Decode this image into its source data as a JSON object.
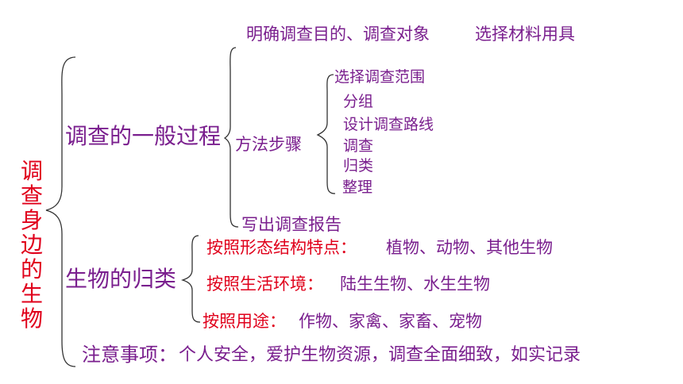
{
  "root": "调查身边的生物",
  "process": {
    "title": "调查的一般过程",
    "step1": "明确调查目的、调查对象",
    "step1b": "选择材料用具",
    "method": {
      "title": "方法步骤",
      "items": [
        "选择调查范围",
        "分组",
        "设计调查路线",
        "调查",
        "归类",
        "整理"
      ]
    },
    "report": "写出调查报告"
  },
  "classify": {
    "title": "生物的归类",
    "rows": [
      {
        "label": "按照形态结构特点：",
        "value": "植物、动物、其他生物"
      },
      {
        "label": "按照生活环境：",
        "value": "陆生生物、水生生物"
      },
      {
        "label": "按照用途：",
        "value": "作物、家禽、家畜、宠物"
      }
    ]
  },
  "note": {
    "label": "注意事项：",
    "value": "个人安全，爱护生物资源，调查全面细致，如实记录"
  },
  "colors": {
    "purple": "#7a1f8e",
    "red": "#e0001b",
    "brace": "#333333"
  }
}
